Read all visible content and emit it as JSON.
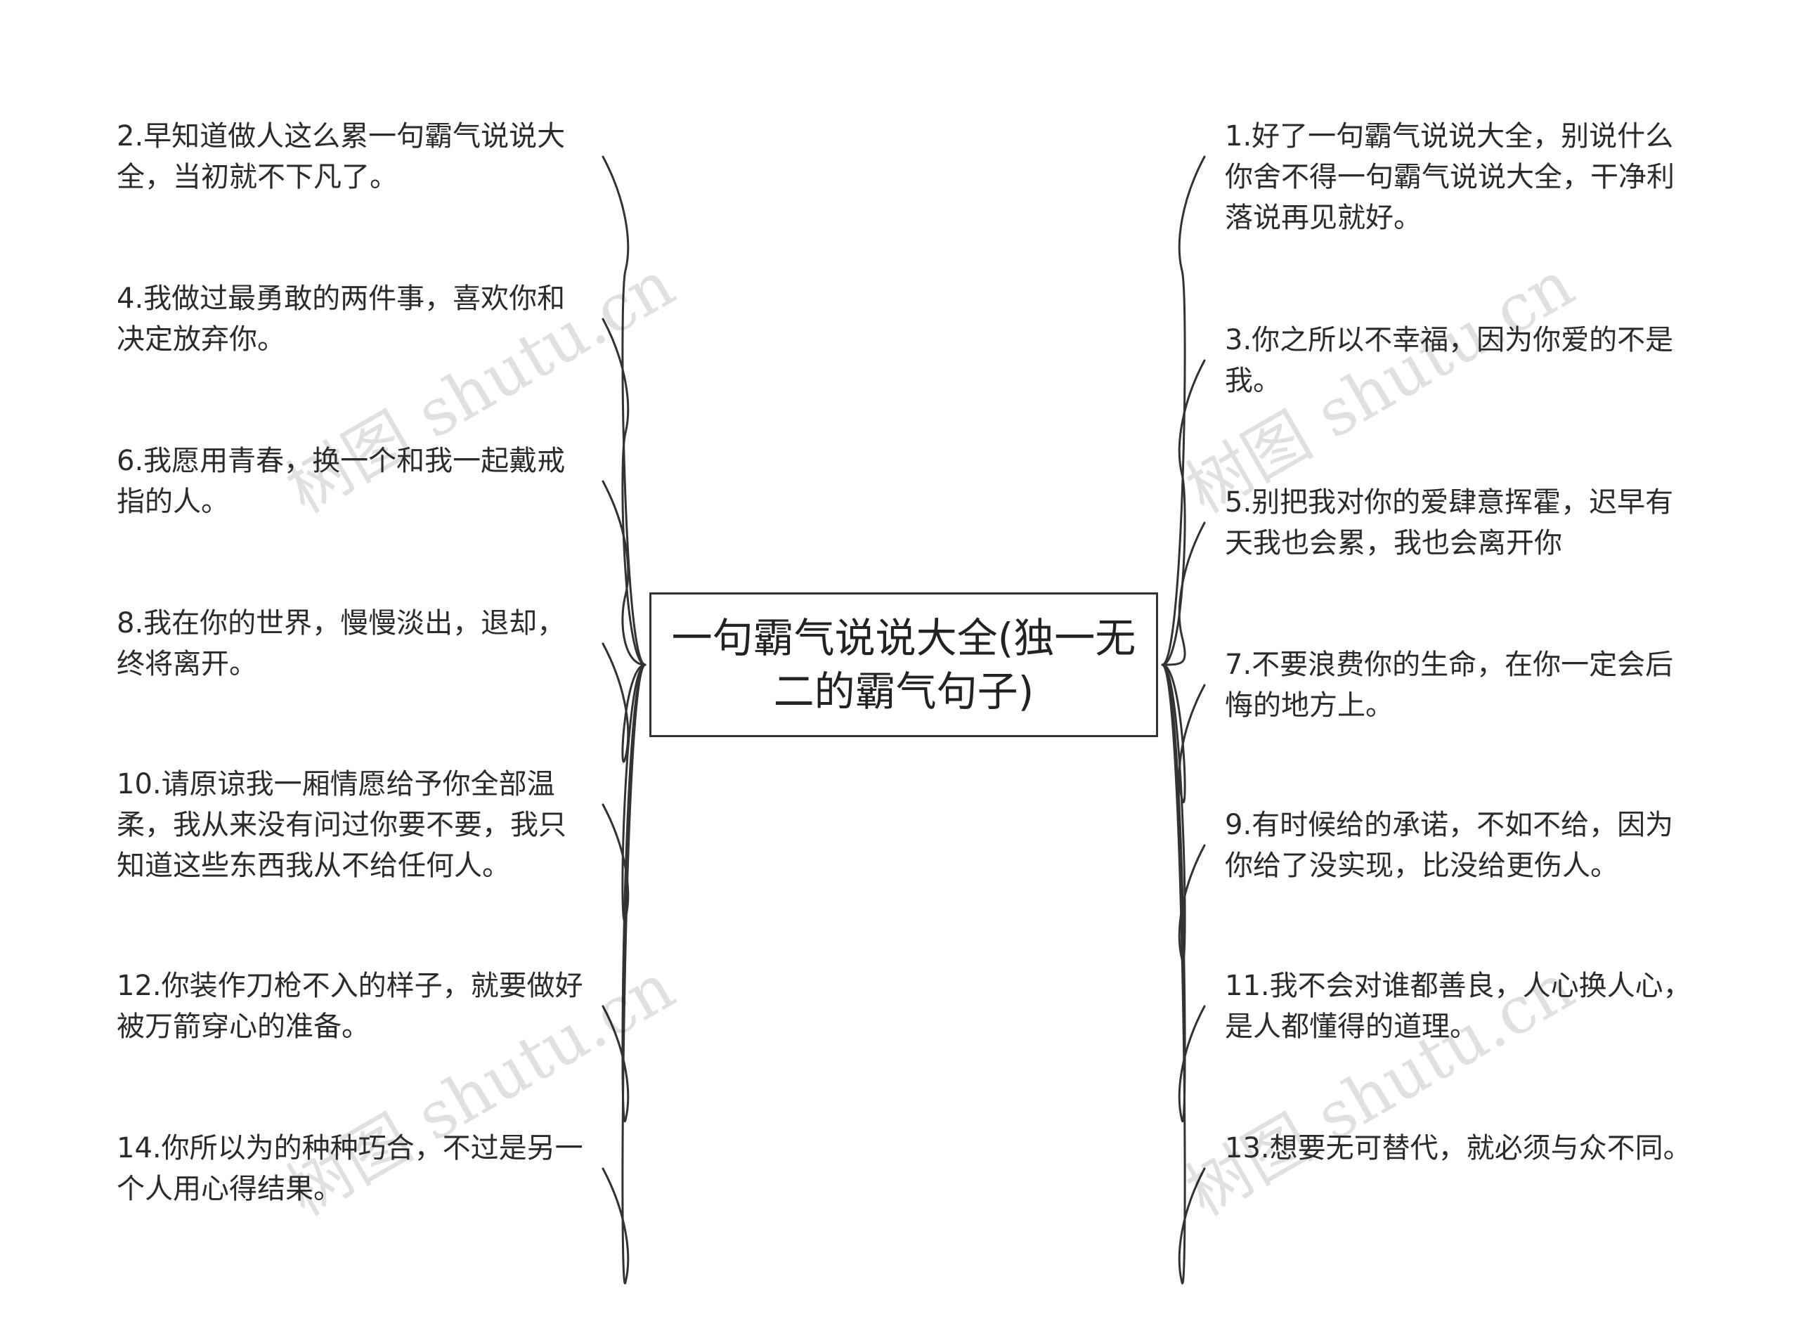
{
  "center": {
    "line1": "一句霸气说说大全(独一无",
    "line2": "二的霸气句子)"
  },
  "left_items": [
    "2.早知道做人这么累一句霸气说说大全，当初就不下凡了。",
    "4.我做过最勇敢的两件事，喜欢你和决定放弃你。",
    "6.我愿用青春，换一个和我一起戴戒指的人。",
    "8.我在你的世界，慢慢淡出，退却，终将离开。",
    "10.请原谅我一厢情愿给予你全部温柔，我从来没有问过你要不要，我只知道这些东西我从不给任何人。",
    "12.你装作刀枪不入的样子，就要做好被万箭穿心的准备。",
    "14.你所以为的种种巧合，不过是另一个人用心得结果。"
  ],
  "right_items": [
    "1.好了一句霸气说说大全，别说什么你舍不得一句霸气说说大全，干净利落说再见就好。",
    "3.你之所以不幸福，因为你爱的不是我。",
    "5.别把我对你的爱肆意挥霍，迟早有天我也会累，我也会离开你",
    "7.不要浪费你的生命，在你一定会后悔的地方上。",
    "9.有时候给的承诺，不如不给，因为你给了没实现，比没给更伤人。",
    "11.我不会对谁都善良，人心换人心，是人都懂得的道理。",
    "13.想要无可替代，就必须与众不同。"
  ],
  "watermark": "树图 shutu.cn",
  "colors": {
    "line": "#333333",
    "border": "#333333",
    "text": "#2b2b2b"
  }
}
